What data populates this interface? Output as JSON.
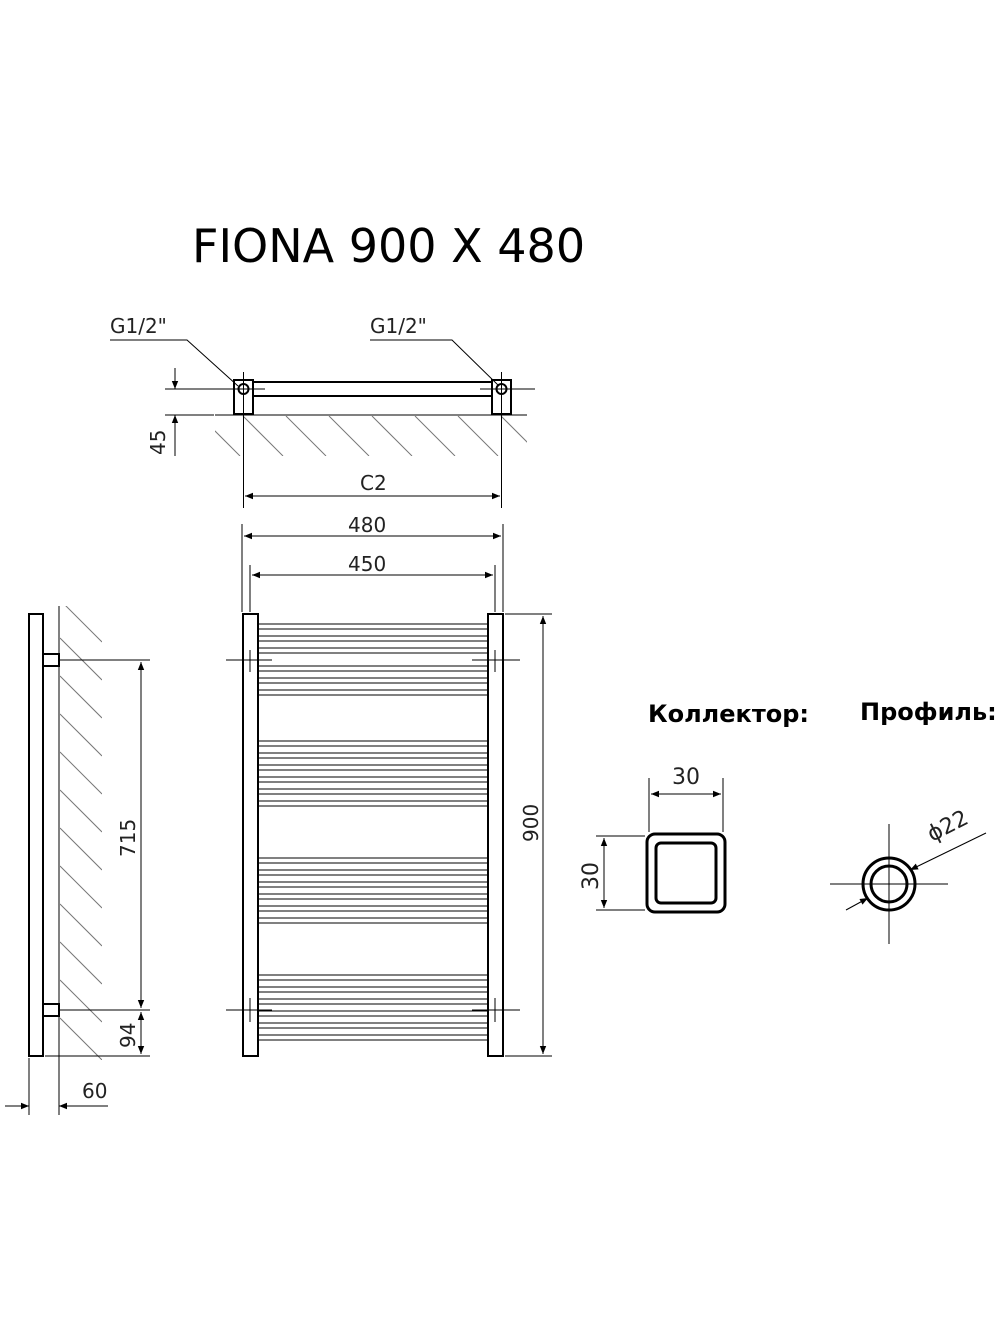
{
  "title": "FIONA 900 X 480",
  "top_view": {
    "connection_left": "G1/2\"",
    "connection_right": "G1/2\"",
    "depth": "45",
    "center_distance": "C2"
  },
  "front_view": {
    "overall_width": "480",
    "inner_width": "450",
    "overall_height": "900"
  },
  "side_view": {
    "mount_spacing": "715",
    "bottom_offset": "94",
    "wall_offset": "60"
  },
  "collector": {
    "heading": "Коллектор:",
    "width": "30",
    "height": "30"
  },
  "profile": {
    "heading": "Профиль:",
    "diameter": "ϕ22"
  }
}
